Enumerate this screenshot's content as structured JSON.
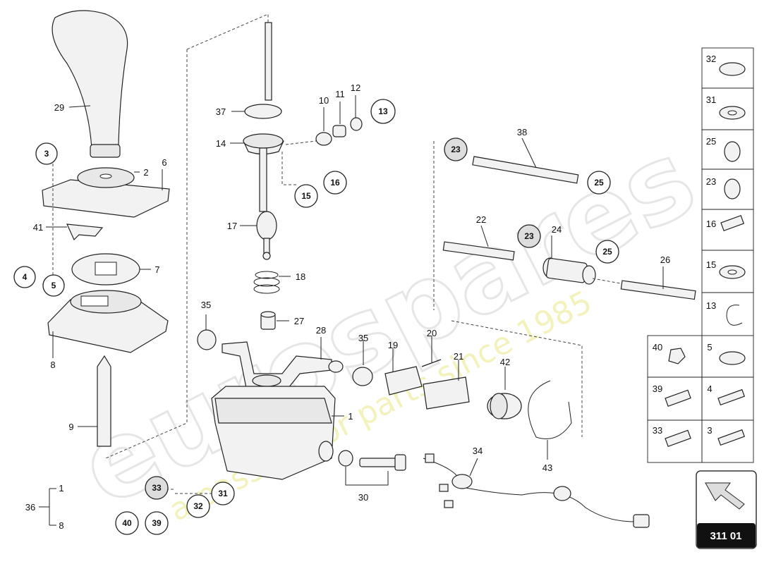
{
  "diagram": {
    "page_code": "311 01",
    "watermark": {
      "brand": "eurospares",
      "tagline": "a passion for parts since 1985"
    },
    "labels": {
      "l29": "29",
      "l6": "6",
      "l2": "2",
      "l41": "41",
      "l7": "7",
      "l8": "8",
      "l9": "9",
      "l37": "37",
      "l14": "14",
      "l10": "10",
      "l11": "11",
      "l12": "12",
      "l17": "17",
      "l18": "18",
      "l27": "27",
      "l28": "28",
      "l35a": "35",
      "l35b": "35",
      "l19": "19",
      "l20": "20",
      "l21": "21",
      "l42": "42",
      "l1": "1",
      "l34": "34",
      "l30": "30",
      "l43": "43",
      "l38": "38",
      "l22": "22",
      "l24": "24",
      "l26": "26",
      "l36": "36",
      "l36a": "1",
      "l36b": "8"
    },
    "circles": {
      "c3": "3",
      "c4": "4",
      "c5": "5",
      "c13": "13",
      "c16": "16",
      "c15": "15",
      "c23a": "23",
      "c25a": "25",
      "c23b": "23",
      "c25b": "25",
      "c33": "33",
      "c31": "31",
      "c32": "32",
      "c40": "40",
      "c39": "39"
    },
    "legend": {
      "right_column": [
        "32",
        "31",
        "25",
        "23",
        "16",
        "15",
        "13",
        "5",
        "4",
        "3"
      ],
      "left_column": [
        "40",
        "39",
        "33"
      ]
    }
  }
}
